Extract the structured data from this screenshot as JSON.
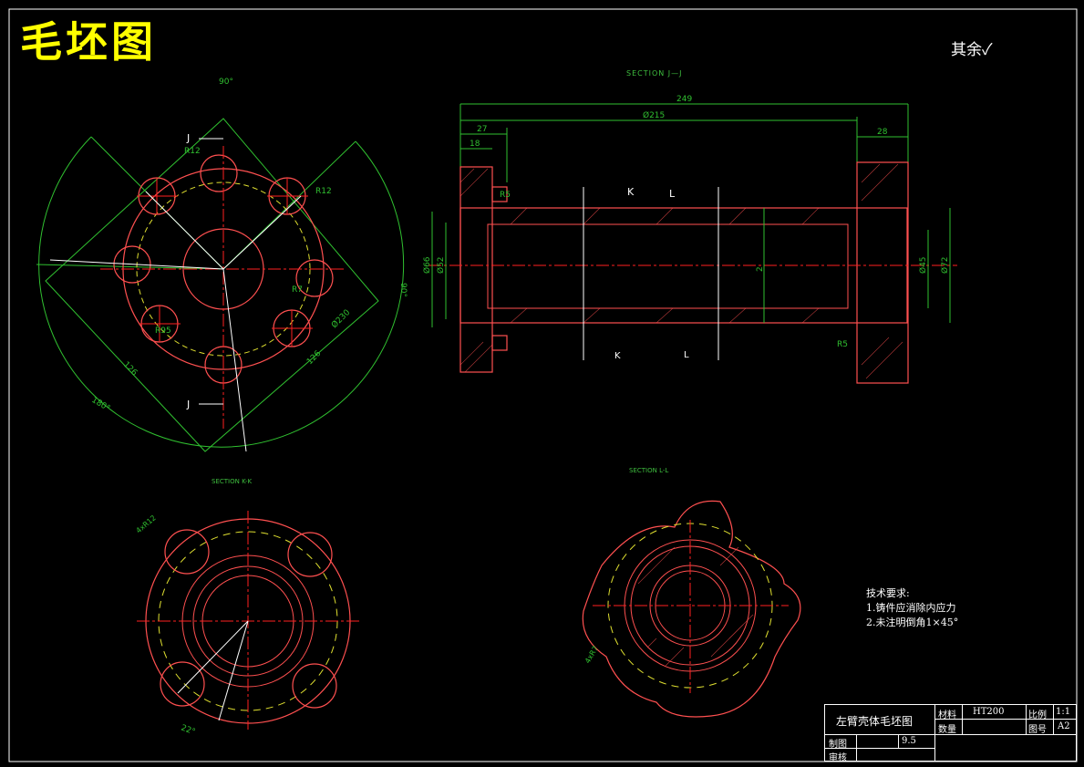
{
  "drawing": {
    "title": "毛坯图",
    "roughness_note": "其余",
    "roughness_icon": "roughness-symbol-icon"
  },
  "sections": {
    "jj": "SECTION J—J",
    "kk": "SECTION K-K",
    "ll": "SECTION L-L"
  },
  "front_view": {
    "angle_top": "90°",
    "angle_bottom": "180°",
    "angle_right": "90°",
    "r_top_left": "R12",
    "r_top_right": "R12",
    "r_mid": "R7",
    "r_left": "R95",
    "dim_126_left": "126",
    "dim_126_right": "126",
    "dim_phi": "Ø230",
    "cut_top": "J",
    "cut_bottom": "J"
  },
  "section_jj": {
    "dim_249": "249",
    "dim_215": "Ø215",
    "dim_27": "27",
    "dim_18": "18",
    "dim_28": "28",
    "dim_66": "Ø66",
    "dim_52": "Ø52",
    "dim_45": "Ø45",
    "dim_72": "Ø72",
    "r_top": "R5",
    "r_bottom": "R5",
    "cut_k_top": "K",
    "cut_l_top": "L",
    "cut_k_bottom": "K",
    "cut_l_bottom": "L",
    "mid_label": "2"
  },
  "section_kk": {
    "r_label": "4xR12",
    "angle": "22°"
  },
  "section_ll": {
    "r_label": "4xR7"
  },
  "tech_requirements": {
    "heading": "技术要求:",
    "item1": "1.铸件应消除内应力",
    "item2": "2.未注明倒角1×45°"
  },
  "title_block": {
    "part_name": "左臂壳体毛坯图",
    "material_label": "材料",
    "material_value": "HT200",
    "scale_label": "比例",
    "scale_value": "1:1",
    "quantity_label": "数量",
    "drawing_no_label": "图号",
    "drawing_no_value": "A2",
    "drawn_label": "制图",
    "drawn_value": "9.5",
    "checked_label": "审核"
  },
  "colors": {
    "background": "#000000",
    "outline": "#ff5050",
    "center": "#ff2020",
    "dimension": "#30c030",
    "title": "#ffff00",
    "construction": "#ffffff",
    "hidden": "#e0e030"
  }
}
